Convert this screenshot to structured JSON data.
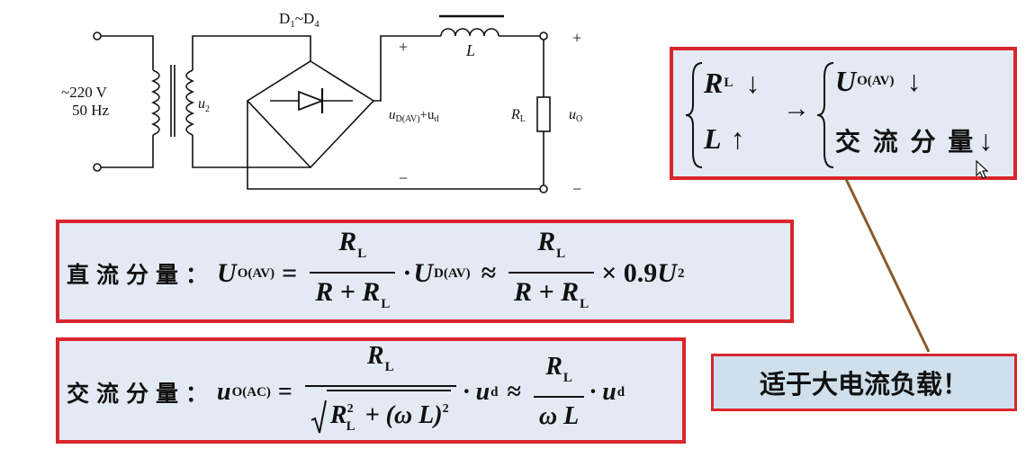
{
  "circuit": {
    "diode_label": "D",
    "diode_sub1": "1",
    "diode_range": "~D",
    "diode_sub4": "4",
    "source_line1": "~220 V",
    "source_line2": "50 Hz",
    "u2_label": "u",
    "u2_sub": "2",
    "plus_left": "+",
    "minus_left": "−",
    "L_label": "L",
    "ud_label": "u",
    "ud_sub": "D(AV)",
    "ud_plus": "+u",
    "ud_sub2": "d",
    "RL_label": "R",
    "RL_sub": "L",
    "uo_label": "u",
    "uo_sub": "O",
    "plus_right": "+",
    "minus_right": "−"
  },
  "conclusion_box": {
    "RL": "R",
    "RL_sub": "L",
    "down": "↓",
    "L": "L",
    "up": "↑",
    "arrow": "→",
    "Uo": "U",
    "Uo_sub": "O(AV)",
    "ac_text": "交 流 分 量"
  },
  "dc_formula": {
    "label": "直流分量：",
    "U": "U",
    "U_sub": "O(AV)",
    "eq": "=",
    "num_R": "R",
    "num_R_sub": "L",
    "den_R": "R + R",
    "den_R_sub": "L",
    "dot": "·",
    "Ud": "U",
    "Ud_sub": "D(AV)",
    "approx": "≈",
    "num2_R": "R",
    "num2_R_sub": "L",
    "den2_R": "R + R",
    "den2_R_sub": "L",
    "times": "× 0.9",
    "U2": "U",
    "U2_sub": "2"
  },
  "ac_formula": {
    "label": "交流分量：",
    "u": "u",
    "u_sub": "O(AC)",
    "eq": "=",
    "num_R": "R",
    "num_R_sub": "L",
    "den_R": "R",
    "den_R_sup": "2",
    "den_R_sub": "L",
    "den_rest": "+ (ω L)",
    "den_rest_sup": "2",
    "dot": "· u",
    "ud_sub": "d",
    "approx": "≈",
    "num2_R": "R",
    "num2_R_sub": "L",
    "den2": "ω L",
    "dot2": "· u",
    "ud2_sub": "d"
  },
  "note": "适于大电流负载！",
  "colors": {
    "box_border": "#d9262c",
    "box_fill": "#e4eaf4",
    "note_fill": "#cfe0ec",
    "pointer_line": "#8a5a2b"
  }
}
